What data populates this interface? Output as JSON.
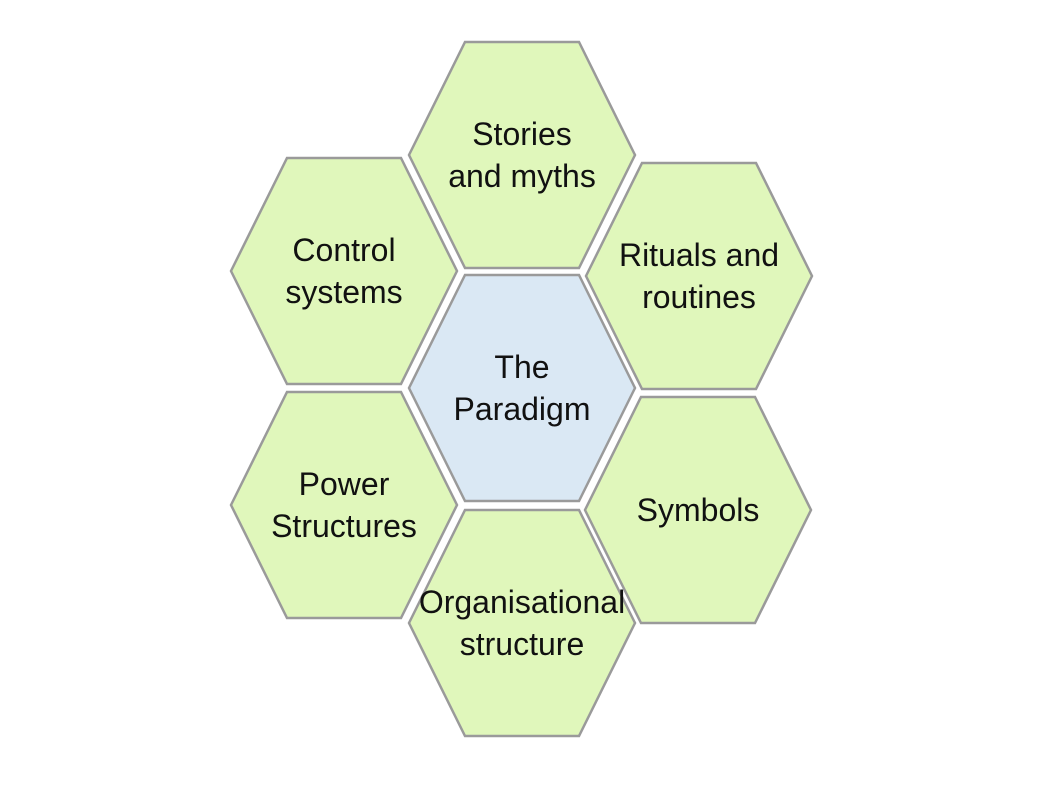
{
  "colors": {
    "outer_fill": "#e0f7bb",
    "center_fill": "#dae8f4",
    "stroke": "#9a9a9a"
  },
  "cells": [
    {
      "id": "stories",
      "lines": [
        "Stories",
        "and myths"
      ],
      "kind": "outer"
    },
    {
      "id": "control",
      "lines": [
        "Control",
        "systems"
      ],
      "kind": "outer"
    },
    {
      "id": "rituals",
      "lines": [
        "Rituals and",
        "routines"
      ],
      "kind": "outer"
    },
    {
      "id": "paradigm",
      "lines": [
        "The",
        "Paradigm"
      ],
      "kind": "center"
    },
    {
      "id": "power",
      "lines": [
        "Power",
        "Structures"
      ],
      "kind": "outer"
    },
    {
      "id": "symbols",
      "lines": [
        "Symbols"
      ],
      "kind": "outer"
    },
    {
      "id": "organisational",
      "lines": [
        "Organisational",
        "structure"
      ],
      "kind": "outer"
    }
  ]
}
